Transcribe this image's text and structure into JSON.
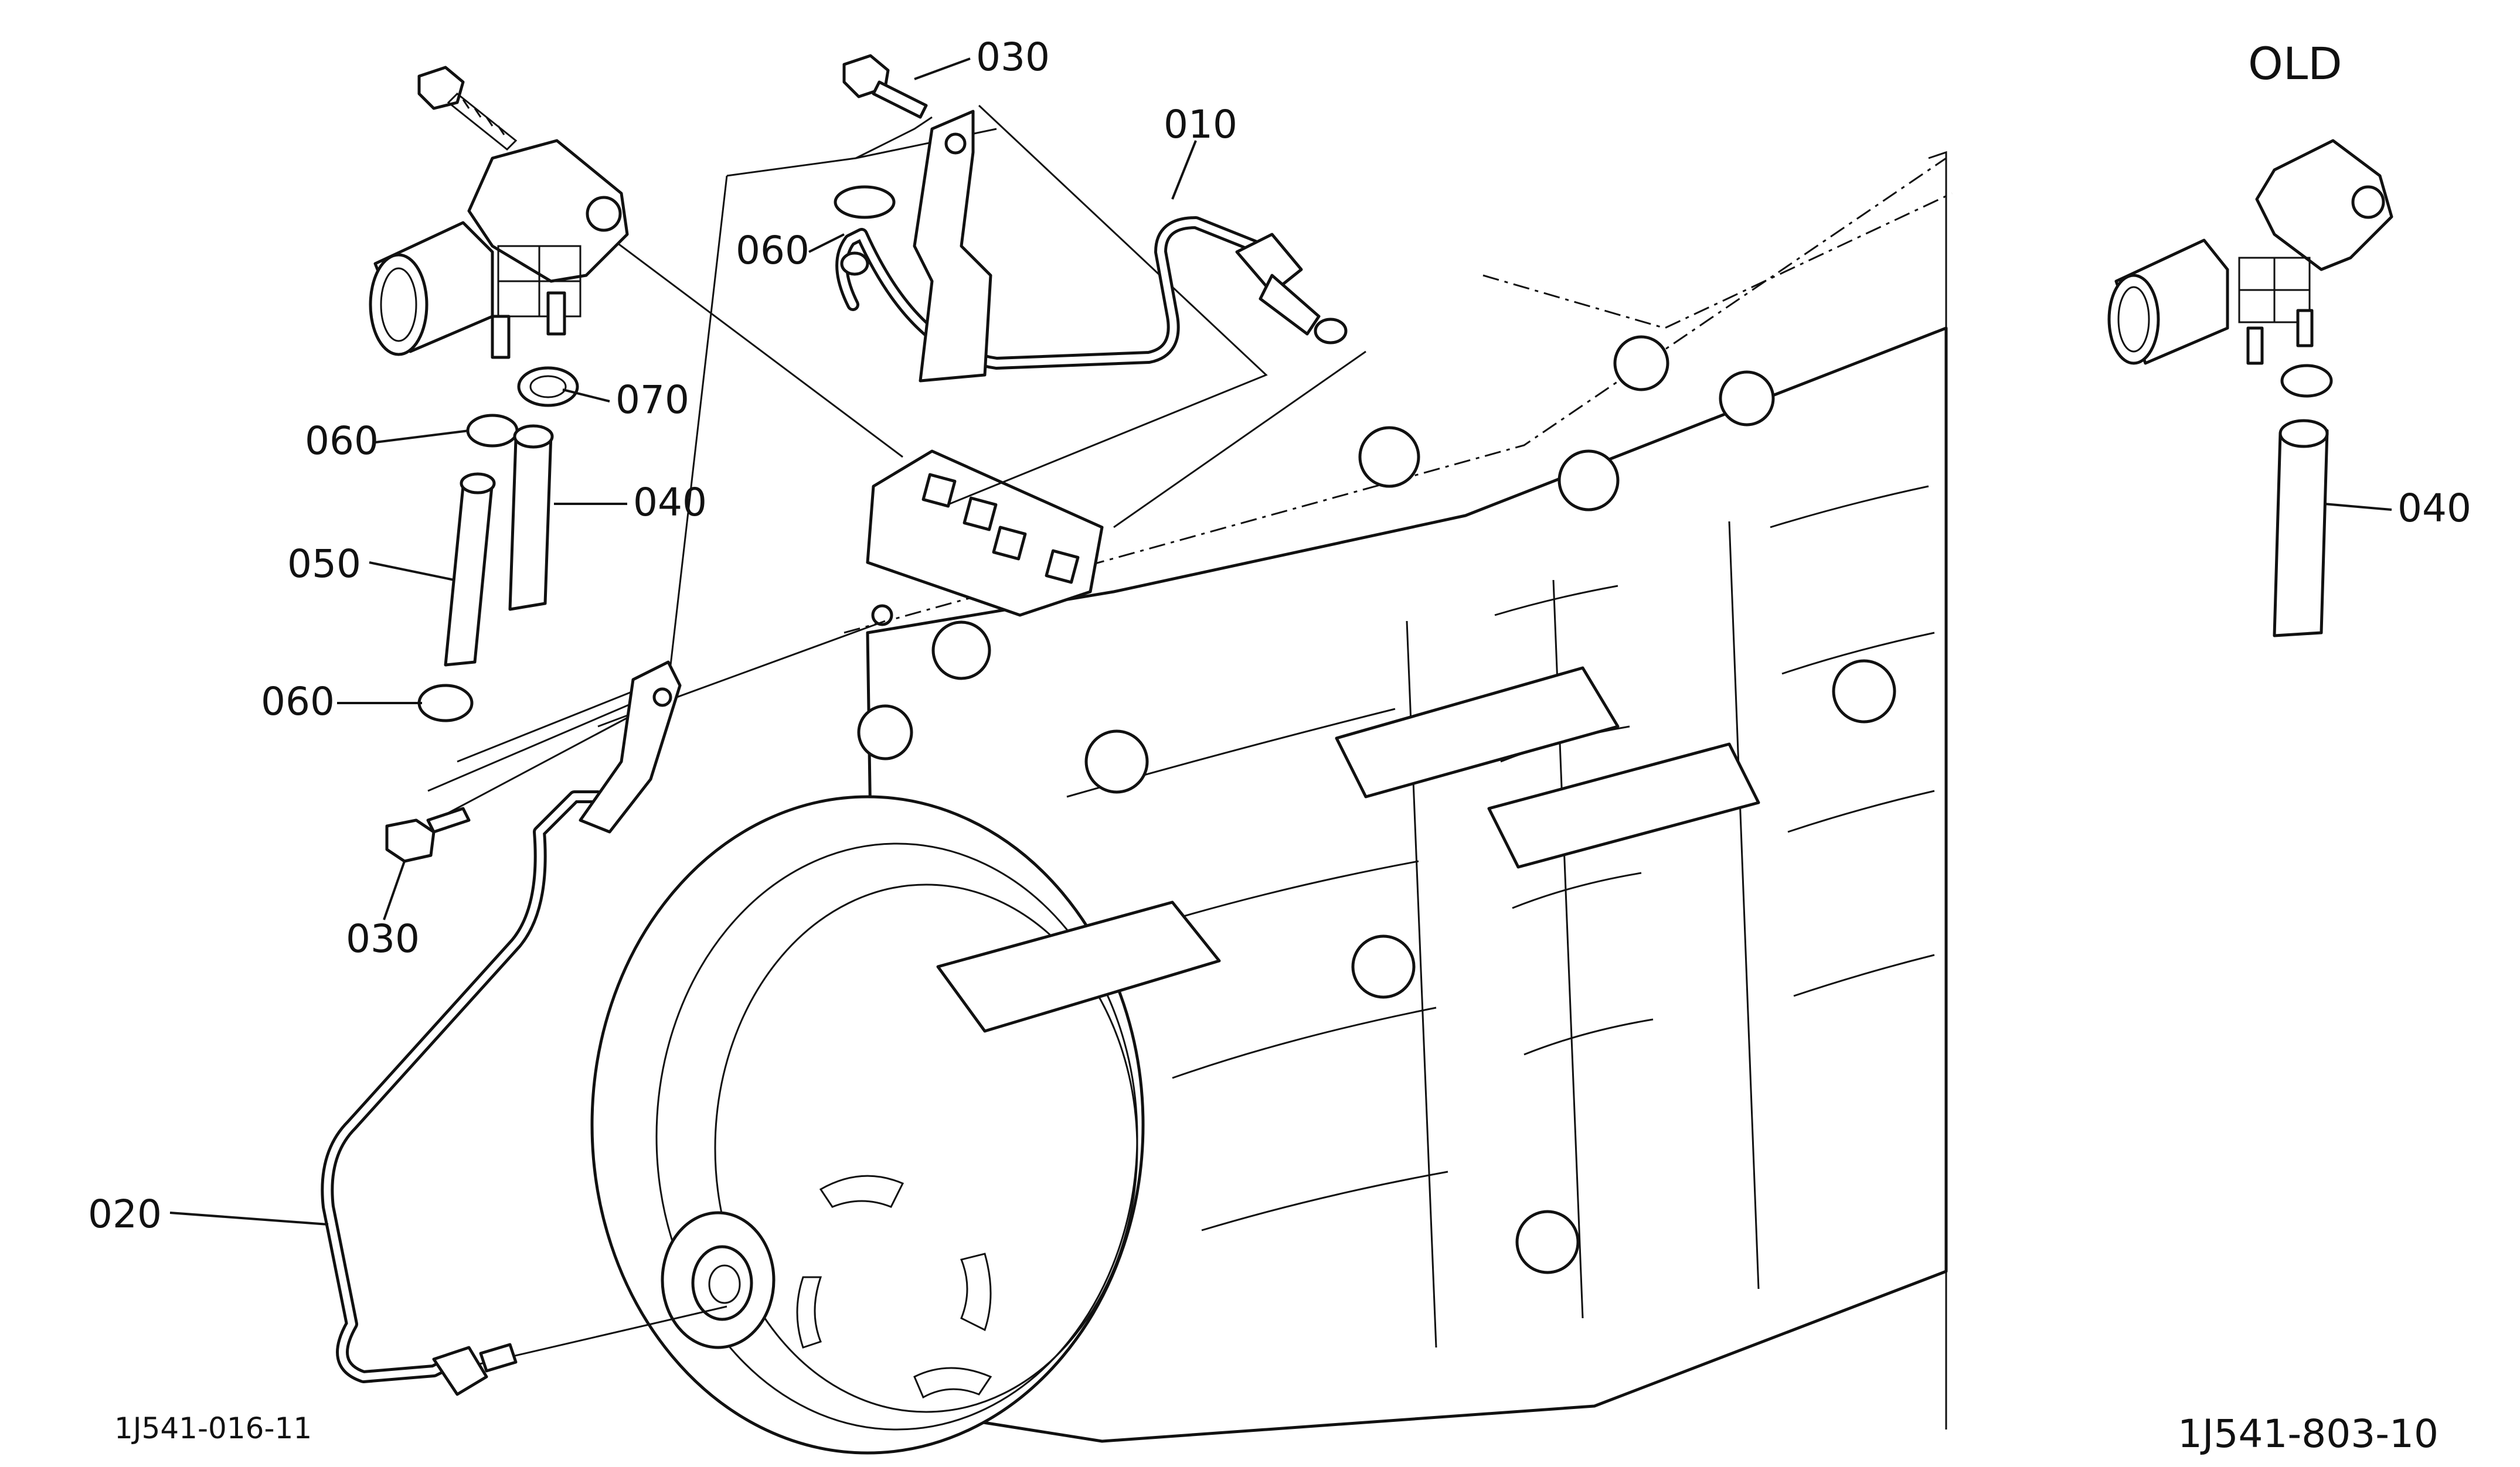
{
  "diagram": {
    "old_label": "OLD",
    "ref_left": "1J541-016-11",
    "ref_right": "1J541-803-10",
    "callouts": {
      "c010": "010",
      "c020": "020",
      "c030_top": "030",
      "c030_left": "030",
      "c040_main": "040",
      "c040_old": "040",
      "c050": "050",
      "c060_bracket": "060",
      "c060_upper": "060",
      "c060_lower": "060",
      "c070": "070"
    }
  }
}
